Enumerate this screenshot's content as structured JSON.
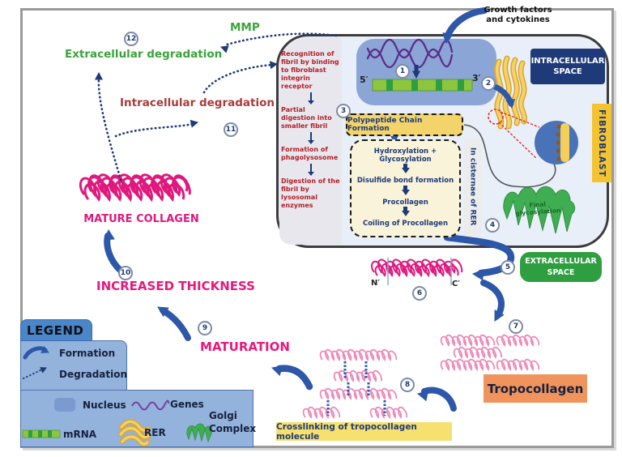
{
  "labels": {
    "growth_factors": "Growth factors\nand cytokines",
    "intracellular_space": "INTRACELLULAR SPACE",
    "fibroblast": "FIBROBLAST",
    "extracellular_space": "EXTRACELLULAR SPACE",
    "mmp": "MMP",
    "extracellular_degradation": "Extracellular degradation",
    "intracellular_degradation": "Intracellular degradation",
    "mature_collagen": "MATURE COLLAGEN",
    "increased_thickness": "INCREASED THICKNESS",
    "maturation": "MATURATION",
    "tropocollagen": "Tropocollagen",
    "crosslinking": "Crosslinking of tropocollagen molecule",
    "final_glycosylation": "Final glycosylation",
    "in_cisternae_of_rer": "In cisternae of RER",
    "five_prime": "5′",
    "three_prime": "3′",
    "n_terminus": "N′",
    "c_terminus": "C′"
  },
  "degradation_steps": [
    "Recognition of fibril by binding to fibroblast integrin receptor",
    "Partial digestion into smaller fibril",
    "Formation of phagolysosome",
    "Digestion of the fibril by lysosomal enzymes"
  ],
  "flowchart": {
    "step3_label": "Polypeptide Chain Formation",
    "steps": [
      "Hydroxylation + Glycosylation",
      "Disulfide bond formation",
      "Procollagen",
      "Coiling of Procollagen"
    ]
  },
  "step_numbers": [
    "1",
    "2",
    "3",
    "4",
    "5",
    "6",
    "7",
    "8",
    "9",
    "10",
    "11",
    "12"
  ],
  "legend": {
    "title": "LEGEND",
    "formation": "Formation",
    "degradation": "Degradation",
    "nucleus": "Nucleus",
    "genes": "Genes",
    "mrna": "mRNA",
    "rer": "RER",
    "golgi_complex": "Golgi Complex"
  },
  "colors": {
    "formation_arrow": "#2d57a8",
    "degradation_dotted": "#1e3a78",
    "collagen_pink": "#e0187d",
    "tropocollagen_pink": "#ee8ab8",
    "green_label": "#3aa43a",
    "intracellular_red": "#a83b3b",
    "step_text_red": "#b02025",
    "cell_fill": "#e9eff9",
    "nucleus_fill": "#8ba6d6",
    "navy_box": "#1e3a78",
    "fibroblast_yellow": "#f4c430",
    "extracellular_green": "#2f9e41",
    "tropocollagen_orange": "#f0935c",
    "crosslink_yellow": "#f5e070",
    "flowchart_yellow": "#f2d46a",
    "flowchart_cream": "#f9f3d9",
    "golgi_green": "#3fae52",
    "legend_blue": "#93b2dc",
    "legend_header_blue": "#4a86c8"
  }
}
